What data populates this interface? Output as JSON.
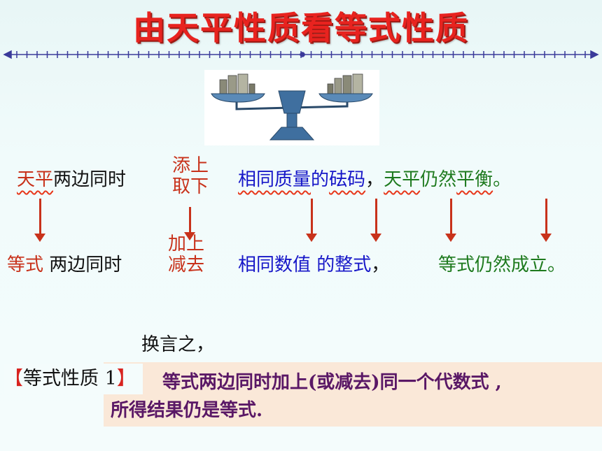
{
  "title": "由天平性质看等式性质",
  "row1": {
    "subject": "天平",
    "rest": "两边同时",
    "action_line1": "添上",
    "action_line2": "取下",
    "object_a": "相同质量",
    "object_b": "的",
    "object_c": "砝码",
    "comma": "，",
    "result_a": "天平",
    "result_b": "仍然",
    "result_c": "平衡",
    "period": "。"
  },
  "row2": {
    "subject": "等式",
    "rest": " 两边同时",
    "action_line1": "加上",
    "action_line2": "减去",
    "object_a": "相同数值",
    "object_b": " 的",
    "object_c": "整式",
    "comma": "，",
    "result": "等式仍然成立。"
  },
  "lead_in": "换言之，",
  "property": {
    "tag_open": "【",
    "tag_text": "等式性质 1",
    "tag_close": "】",
    "line1": "等式两边同时加上(或减去)同一个代数式 ,",
    "line2": "所得结果仍是等式."
  },
  "colors": {
    "title": "#e8231f",
    "subject_red": "#c8321b",
    "object_blue": "#1616c8",
    "result_green": "#1e7a1e",
    "property_text": "#5a1866",
    "property_bg": "#fae8d8"
  },
  "icons": [
    "balance-scale-icon",
    "down-arrow-icon"
  ]
}
